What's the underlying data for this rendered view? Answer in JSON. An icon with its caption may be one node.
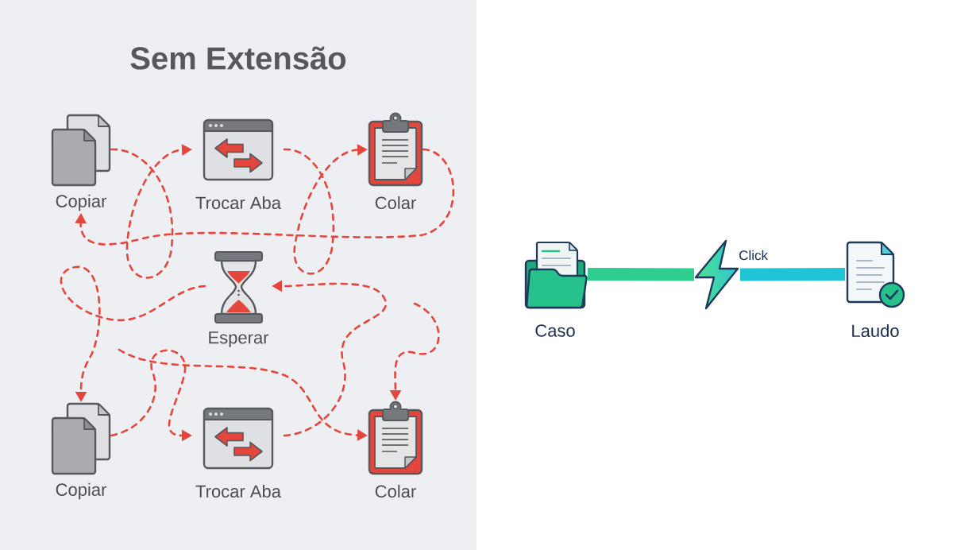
{
  "diagram": {
    "nodes": [
      {
        "text": [
          "Sem Extensão"
        ]
      },
      {
        "text": [
          "Copiar"
        ],
        "in": 0
      },
      {
        "text": [
          "Trocar Aba"
        ],
        "in": 0
      },
      {
        "text": [
          "Colar"
        ],
        "in": 0
      },
      {
        "text": [
          "Esperar"
        ],
        "in": 0
      },
      {
        "text": [
          "Copiar"
        ],
        "in": 0
      },
      {
        "text": [
          "Trocar Aba"
        ],
        "in": 0
      },
      {
        "text": [
          "Colar"
        ],
        "in": 0
      },
      {
        "text": [
          "Caso"
        ]
      },
      {
        "text": [
          "Click"
        ]
      },
      {
        "text": [
          "Laudo"
        ]
      }
    ],
    "edges": [
      {
        "from": 1,
        "to": 2,
        "arrow": "to",
        "style": "dashed"
      },
      {
        "from": 2,
        "to": 3,
        "arrow": "to",
        "style": "dashed"
      },
      {
        "from": 3,
        "to": 1,
        "arrow": "to",
        "style": "dashed"
      },
      {
        "from": 6,
        "to": 4,
        "arrow": "to",
        "style": "dashed"
      },
      {
        "from": 4,
        "to": 5,
        "arrow": "to",
        "style": "dashed"
      },
      {
        "from": 5,
        "to": 6,
        "arrow": "to",
        "style": "dashed"
      },
      {
        "from": null,
        "to": 7,
        "arrow": "to",
        "style": "dashed"
      },
      {
        "from": null,
        "to": 7,
        "arrow": "to",
        "style": "dashed"
      },
      {
        "from": 8,
        "to": 9,
        "arrow": "none",
        "style": "thick",
        "color": "#2ecf8e"
      },
      {
        "from": 9,
        "to": 10,
        "arrow": "none",
        "style": "thick",
        "color": "#20c4d6"
      }
    ]
  }
}
